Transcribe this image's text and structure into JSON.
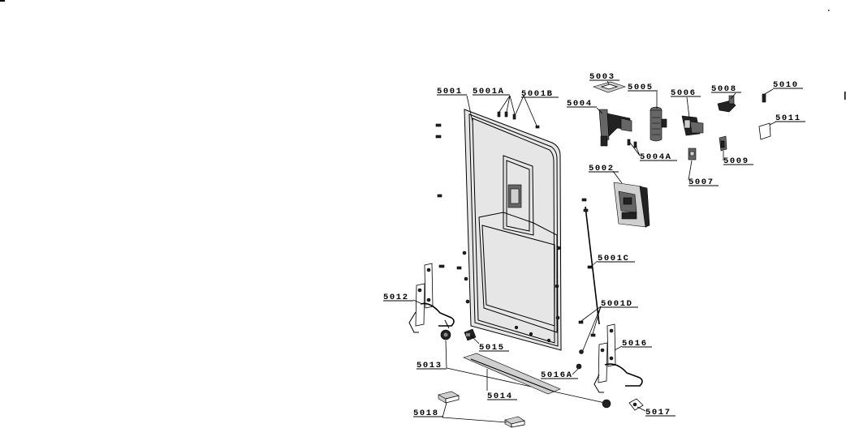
{
  "labels": {
    "p5001": "5001",
    "p5001A": "5001A",
    "p5001B": "5001B",
    "p5001C": "5001C",
    "p5001D": "5001D",
    "p5002": "5002",
    "p5003": "5003",
    "p5004": "5004",
    "p5004A": "5004A",
    "p5005": "5005",
    "p5006": "5006",
    "p5007": "5007",
    "p5008": "5008",
    "p5009": "5009",
    "p5010": "5010",
    "p5011": "5011",
    "p5012": "5012",
    "p5013": "5013",
    "p5014": "5014",
    "p5015": "5015",
    "p5016": "5016",
    "p5016A": "5016A",
    "p5017": "5017",
    "p5018": "5018"
  }
}
